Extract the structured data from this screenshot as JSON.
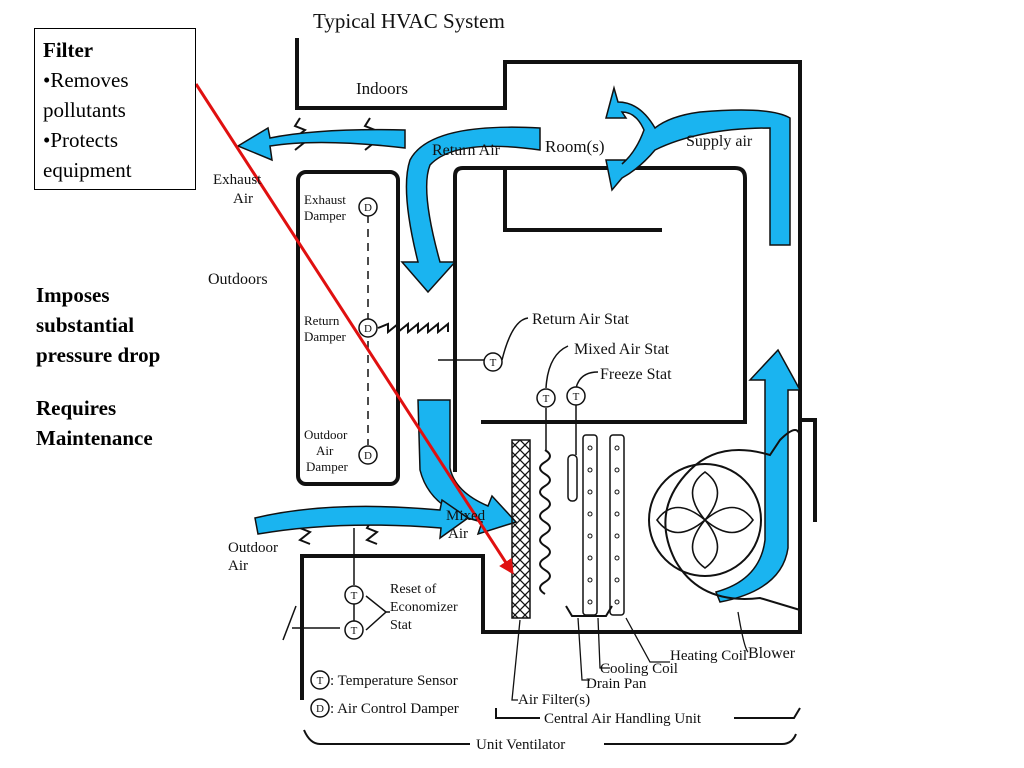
{
  "diagram": {
    "title": "Typical HVAC System",
    "region_labels": {
      "indoors": "Indoors",
      "outdoors": "Outdoors"
    },
    "airflow_labels": {
      "return_air": "Return Air",
      "rooms": "Room(s)",
      "supply_air": "Supply air",
      "exhaust_air": [
        "Exhaust",
        "Air"
      ],
      "mixed_air": [
        "Mixed",
        "Air"
      ],
      "outdoor_air": [
        "Outdoor",
        "Air"
      ]
    },
    "dampers": {
      "exhaust": [
        "Exhaust",
        "Damper"
      ],
      "return": [
        "Return",
        "Damper"
      ],
      "outdoor_air": [
        "Outdoor",
        "Air",
        "Damper"
      ]
    },
    "sensors": {
      "return_air_stat": "Return Air Stat",
      "mixed_air_stat": "Mixed Air Stat",
      "freeze_stat": "Freeze Stat",
      "reset_stat": [
        "Reset of",
        "Economizer",
        "Stat"
      ]
    },
    "components": {
      "heating_coil": "Heating Coil",
      "blower": "Blower",
      "cooling_coil": "Cooling Coil",
      "drain_pan": "Drain Pan",
      "air_filters": "Air Filter(s)"
    },
    "legend": {
      "t_symbol": "T",
      "t_text": ": Temperature Sensor",
      "d_symbol": "D",
      "d_text": ": Air Control Damper"
    },
    "brackets": {
      "central_unit": "Central Air Handling Unit",
      "unit_ventilator": "Unit Ventilator"
    },
    "symbol_letters": {
      "temperature": "T",
      "damper": "D"
    }
  },
  "callout": {
    "heading": "Filter",
    "bullets": [
      "•Removes",
      "pollutants",
      "•Protects",
      "equipment"
    ]
  },
  "notes": {
    "lines_a": [
      "Imposes",
      "substantial",
      "pressure drop"
    ],
    "lines_b": [
      "Requires",
      "Maintenance"
    ]
  },
  "colors": {
    "airflow": "#1ab4f0",
    "pointer_arrow": "#e01010",
    "line": "#111111"
  }
}
